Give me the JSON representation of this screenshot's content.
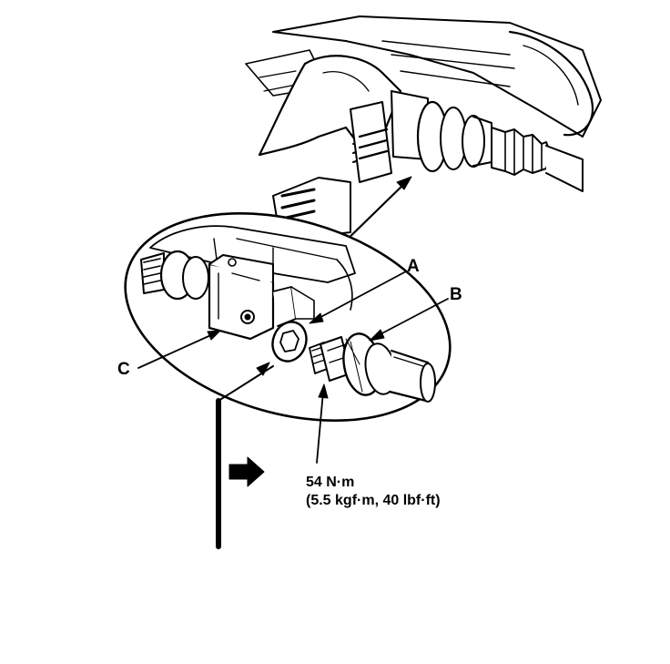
{
  "labels": {
    "a": "A",
    "b": "B",
    "c": "C"
  },
  "torque": {
    "line1": "54 N·m",
    "line2": "(5.5 kgf·m, 40 lbf·ft)"
  },
  "colors": {
    "ink": "#000000",
    "paper": "#ffffff"
  }
}
